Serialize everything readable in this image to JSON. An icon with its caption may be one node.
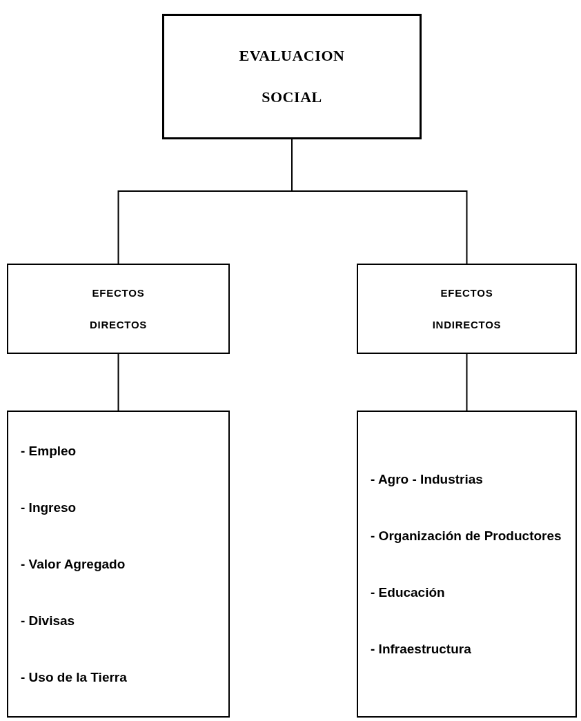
{
  "diagram": {
    "nodes": [
      {
        "text": [
          "EVALUACION SOCIAL"
        ]
      },
      {
        "text": [
          "EFECTOS DIRECTOS"
        ]
      },
      {
        "text": [
          "EFECTOS INDIRECTOS"
        ]
      },
      {
        "text": [
          "- Empleo",
          "- Ingreso",
          "- Valor Agregado",
          "- Divisas",
          "- Uso de la Tierra"
        ]
      },
      {
        "text": [
          "- Agro - Industrias",
          "- Organización de Productores",
          "- Educación",
          "- Infraestructura"
        ]
      }
    ],
    "edges": [
      {
        "from": 0,
        "to": 1,
        "arrow": "none"
      },
      {
        "from": 0,
        "to": 2,
        "arrow": "none"
      },
      {
        "from": 1,
        "to": 3,
        "arrow": "none"
      },
      {
        "from": 2,
        "to": 4,
        "arrow": "none"
      }
    ]
  }
}
